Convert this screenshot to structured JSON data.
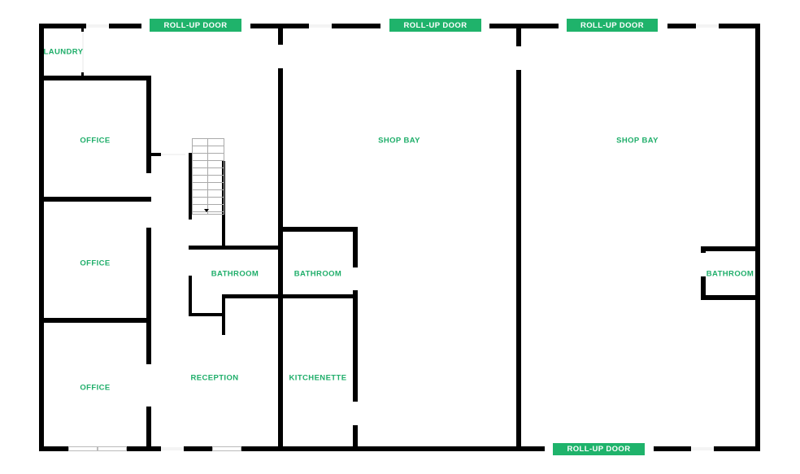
{
  "floor_plan": {
    "colors": {
      "wall": "#000000",
      "label": "#1fae6a",
      "door_fill": "#1fb36b",
      "door_text": "#ffffff",
      "background": "#ffffff"
    },
    "rooms": {
      "laundry": "LAUNDRY",
      "office_1": "OFFICE",
      "office_2": "OFFICE",
      "office_3": "OFFICE",
      "bathroom_reception": "BATHROOM",
      "reception": "RECEPTION",
      "bathroom_middle": "BATHROOM",
      "kitchenette": "KITCHENETTE",
      "shop_bay_1": "SHOP BAY",
      "shop_bay_2": "SHOP BAY",
      "bathroom_right": "BATHROOM"
    },
    "doors": {
      "rollup_top_left": "ROLL-UP DOOR",
      "rollup_top_middle": "ROLL-UP DOOR",
      "rollup_top_right": "ROLL-UP DOOR",
      "rollup_bottom_right": "ROLL-UP DOOR"
    },
    "stairs": {
      "direction": "down"
    }
  }
}
